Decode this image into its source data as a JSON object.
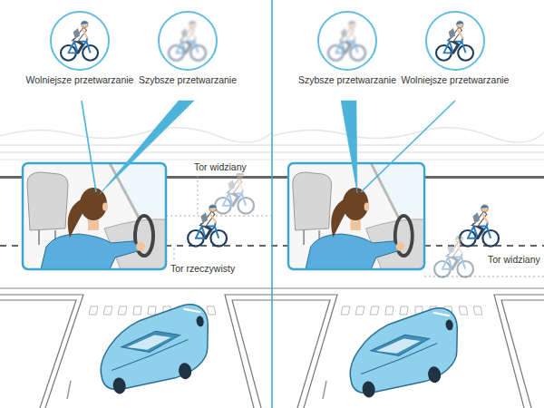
{
  "diagram": {
    "nodes": [
      {
        "text": [
          "Wolniejsze przetwarzanie"
        ]
      },
      {
        "text": [
          "Szybsze przetwarzanie"
        ]
      },
      {
        "text": [
          "Szybsze przetwarzanie"
        ]
      },
      {
        "text": [
          "Wolniejsze przetwarzanie"
        ]
      }
    ],
    "labels": [
      "Tor widziany",
      "Tor rzeczywisty",
      "Tor widziany"
    ]
  }
}
